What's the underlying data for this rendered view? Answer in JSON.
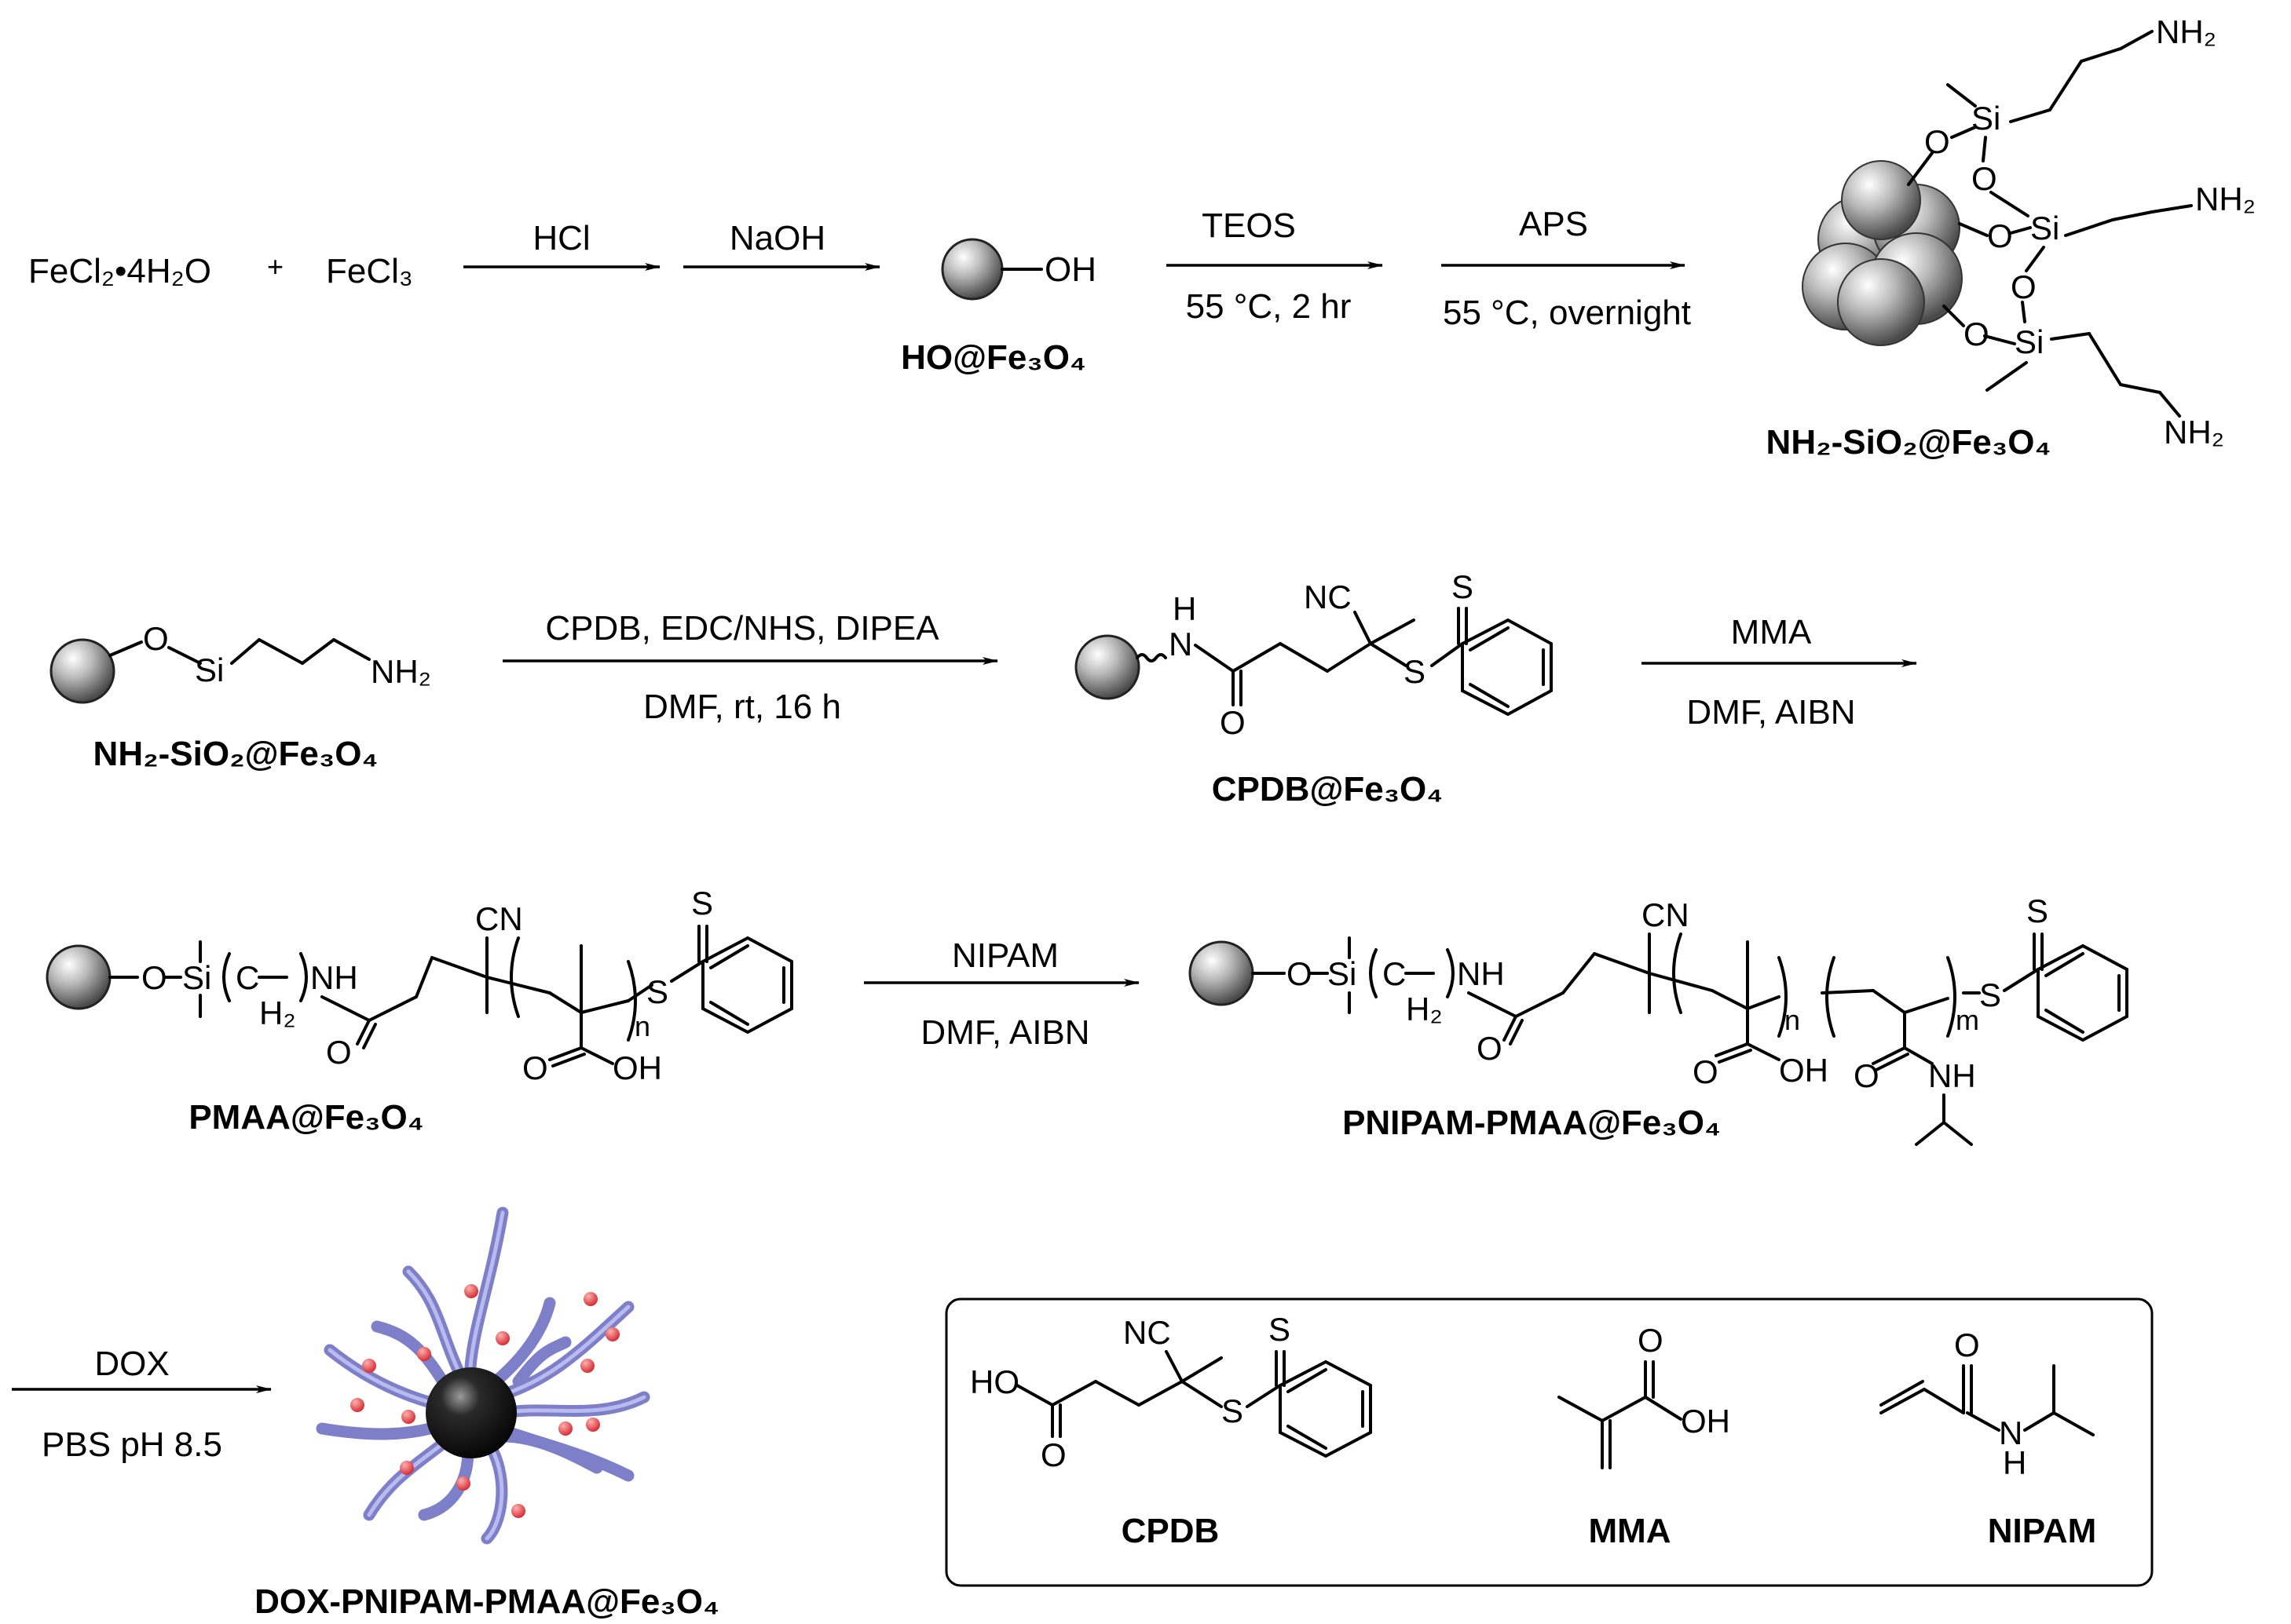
{
  "row1": {
    "reactant1": "FeCl₂•4H₂O",
    "plus": "+",
    "reactant2": "FeCl₃",
    "step1": "HCl",
    "step2": "NaOH",
    "oh_label": "OH",
    "product1": "HO@Fe₃O₄",
    "step3_top": "TEOS",
    "step3_bottom": "55 °C, 2 hr",
    "step4_top": "APS",
    "step4_bottom": "55 °C, overnight",
    "product2": "NH₂-SiO₂@Fe₃O₄"
  },
  "row2": {
    "reactant": "NH₂-SiO₂@Fe₃O₄",
    "step_top": "CPDB, EDC/NHS, DIPEA",
    "step_bottom": "DMF, rt, 16 h",
    "product": "CPDB@Fe₃O₄",
    "step2_top": "MMA",
    "step2_bottom": "DMF, AIBN"
  },
  "row3": {
    "reactant": "PMAA@Fe₃O₄",
    "step_top": "NIPAM",
    "step_bottom": "DMF, AIBN",
    "product": "PNIPAM-PMAA@Fe₃O₄",
    "subscript_n": "n",
    "subscript_m": "m"
  },
  "row4": {
    "step_top": "DOX",
    "step_bottom": "PBS pH 8.5",
    "product": "DOX-PNIPAM-PMAA@Fe₃O₄"
  },
  "inset": {
    "labels": [
      "CPDB",
      "MMA",
      "NIPAM"
    ]
  },
  "atoms": {
    "O": "O",
    "Si": "Si",
    "NH2": "NH₂",
    "H": "H",
    "N": "N",
    "NH": "NH",
    "S": "S",
    "NC": "NC",
    "CN": "CN",
    "OH": "OH",
    "HO": "HO",
    "C": "C",
    "H2": "H₂"
  },
  "colors": {
    "chain": "#7e7fc9",
    "dox_dots": "#e8474b",
    "particle": "#9a9a9a",
    "core": "#1a1a1a"
  }
}
